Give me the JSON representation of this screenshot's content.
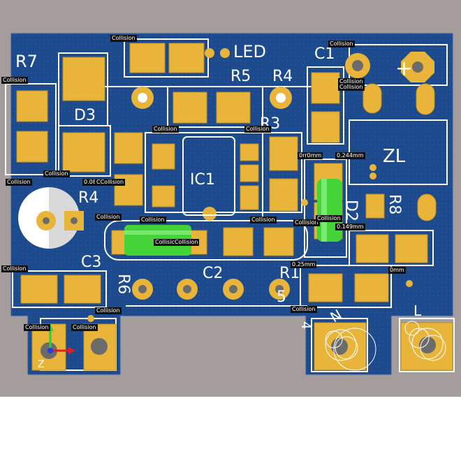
{
  "colors": {
    "background": "#a59c9c",
    "board": "#1f4f93",
    "pad": "#e8b53a",
    "silkscreen": "#ffffff",
    "body3d": "#44d43a",
    "tag_bg": "#111111"
  },
  "silkscreen": {
    "r7": "R7",
    "d3": "D3",
    "r4_left": "R4",
    "c3": "C3",
    "r6": "R6",
    "led": "LED",
    "r5": "R5",
    "r4_top": "R4",
    "r3": "R3",
    "ic1": "IC1",
    "c1": "C1",
    "plus": "+",
    "zl": "ZL",
    "r8": "R8",
    "d2": "D2",
    "c2": "C2",
    "r1": "R1",
    "n": "N",
    "l": "L",
    "four": "4",
    "five": "5",
    "z_axis": "Z"
  },
  "drc_labels": {
    "collision": "Collision",
    "double_collision": "CollisicCollision",
    "c_collision": "CCollision",
    "cc_collision": "CCollision",
    "clearance_0_08": "0.08",
    "clearance_0_25": "0.25mm",
    "clearance_0_149": "0.149mm",
    "clearance_0_244": "0.244mm",
    "clearance_0rr": "0rr0mm",
    "clearance_0mm": "0mm"
  }
}
